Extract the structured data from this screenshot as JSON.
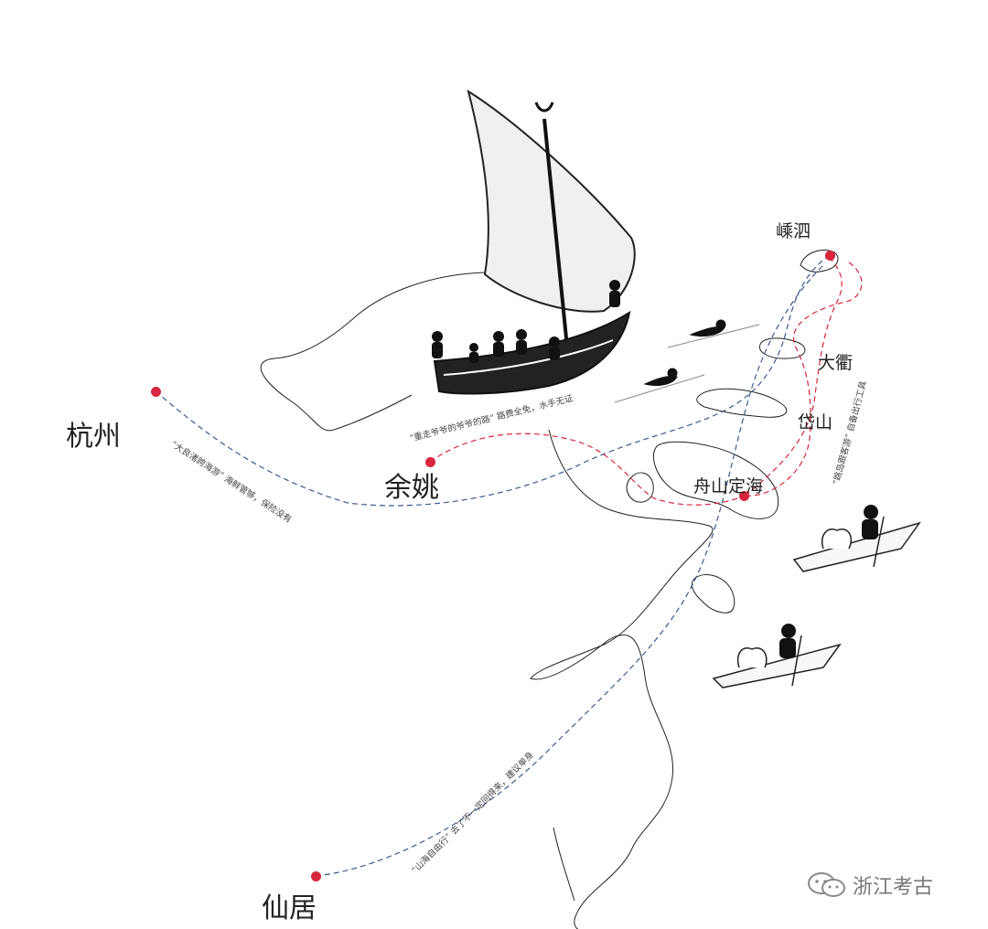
{
  "places": {
    "hangzhou": "杭州",
    "yuyao": "余姚",
    "shengsi": "嵊泗",
    "daqu": "大衢",
    "daishan": "岱山",
    "zhoushan_dinghai": "舟山定海",
    "xianju": "仙居"
  },
  "route_notes": {
    "hangzhou_route": "“大良渚跨海游” 海鲜管够，保险没有",
    "yuyao_route": "“重走爷爷的爷爷的路” 路费全免，水手无证",
    "shengsi_route": "“跳岛跟客游” 自备出行工具",
    "xianju_route": "“山海自由行” 去了不一定回得来，建议单身"
  },
  "watermark": {
    "text": "浙江考古",
    "icon": "wechat-icon"
  },
  "colors": {
    "dot": "#d7263d",
    "blue_route": "#3a5a8c",
    "red_route": "#d7263d",
    "coast": "#222222"
  }
}
